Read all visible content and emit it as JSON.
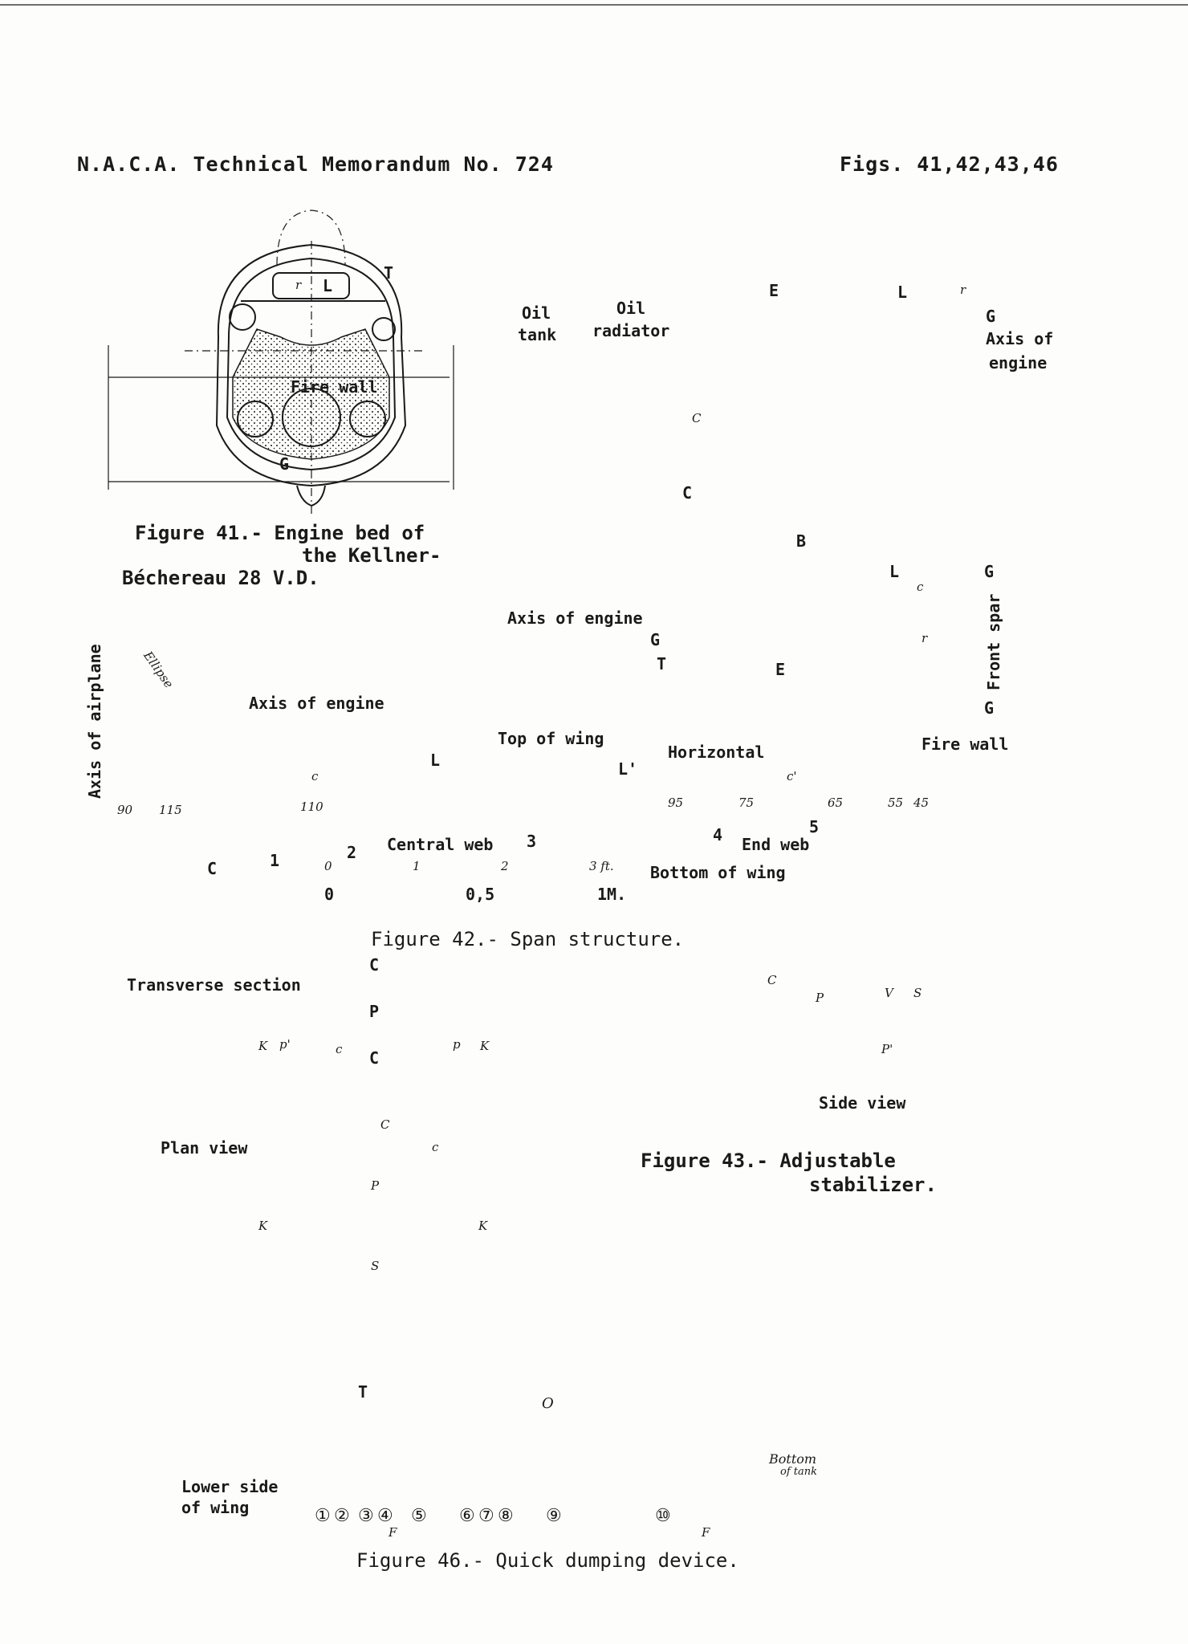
{
  "header": {
    "left": "N.A.C.A. Technical Memorandum No. 724",
    "right": "Figs. 41,42,43,46"
  },
  "fig41": {
    "caption_line1": "Figure 41.- Engine bed of",
    "caption_line2": "the Kellner-",
    "caption_line3": "Béchereau 28 V.D.",
    "labels": {
      "fire_wall": "Fire wall",
      "T": "T",
      "L": "L",
      "r": "r",
      "G": "G"
    }
  },
  "fig42_side": {
    "labels": {
      "oil_tank_1": "Oil",
      "oil_tank_2": "tank",
      "oil_radiator_1": "Oil",
      "oil_radiator_2": "radiator",
      "axis_engine_1": "Axis of",
      "axis_engine_2": "engine",
      "E": "E",
      "L": "L",
      "r": "r",
      "G": "G",
      "C1": "C",
      "C2": "C"
    }
  },
  "fig42_plan": {
    "labels": {
      "axis_of_engine": "Axis of engine",
      "front_spar": "Front spar",
      "fire_wall": "Fire wall",
      "B": "B",
      "L": "L",
      "c": "c",
      "G1": "G",
      "G2": "G",
      "G3": "G",
      "T": "T",
      "E": "E",
      "r": "r"
    }
  },
  "fig42_span": {
    "labels": {
      "axis_of_airplane": "Axis of airplane",
      "ellipse": "Ellipse",
      "axis_of_engine": "Axis of engine",
      "top_of_wing": "Top of wing",
      "horizontal": "Horizontal",
      "central_web": "Central web",
      "end_web": "End web",
      "bottom_of_wing": "Bottom of wing",
      "L": "L",
      "L_prime": "L'",
      "c": "c",
      "c_prime": "c'",
      "C": "C",
      "n1": "1",
      "n2": "2",
      "n3": "3",
      "n4": "4",
      "n5": "5"
    },
    "holes": [
      "90",
      "115",
      "110",
      "95",
      "75",
      "65",
      "55",
      "45"
    ],
    "scale": {
      "ft_ticks": [
        "0",
        "1",
        "2",
        "3 ft."
      ],
      "m_ticks": [
        "0",
        "0,5",
        "1M."
      ]
    },
    "caption": "Figure 42.- Span structure."
  },
  "fig43": {
    "transverse_section": "Transverse section",
    "plan_view": "Plan view",
    "side_view": "Side view",
    "caption_line1": "Figure 43.- Adjustable",
    "caption_line2": "stabilizer.",
    "labels": {
      "C": "C",
      "P": "P",
      "K": "K",
      "p": "p",
      "p_prime": "p'",
      "c": "c",
      "S": "S",
      "V": "V",
      "P_prime": "P'"
    }
  },
  "fig46": {
    "labels": {
      "T": "T",
      "O": "O",
      "bottom_of_tank_1": "Bottom",
      "bottom_of_tank_2": "of tank",
      "lower_side_1": "Lower side",
      "lower_side_2": "of wing",
      "F1": "F",
      "F2": "F"
    },
    "numbers": [
      "①",
      "②",
      "③",
      "④",
      "⑤",
      "⑥",
      "⑦",
      "⑧",
      "⑨",
      "⑩"
    ],
    "caption": "Figure 46.- Quick dumping device."
  }
}
